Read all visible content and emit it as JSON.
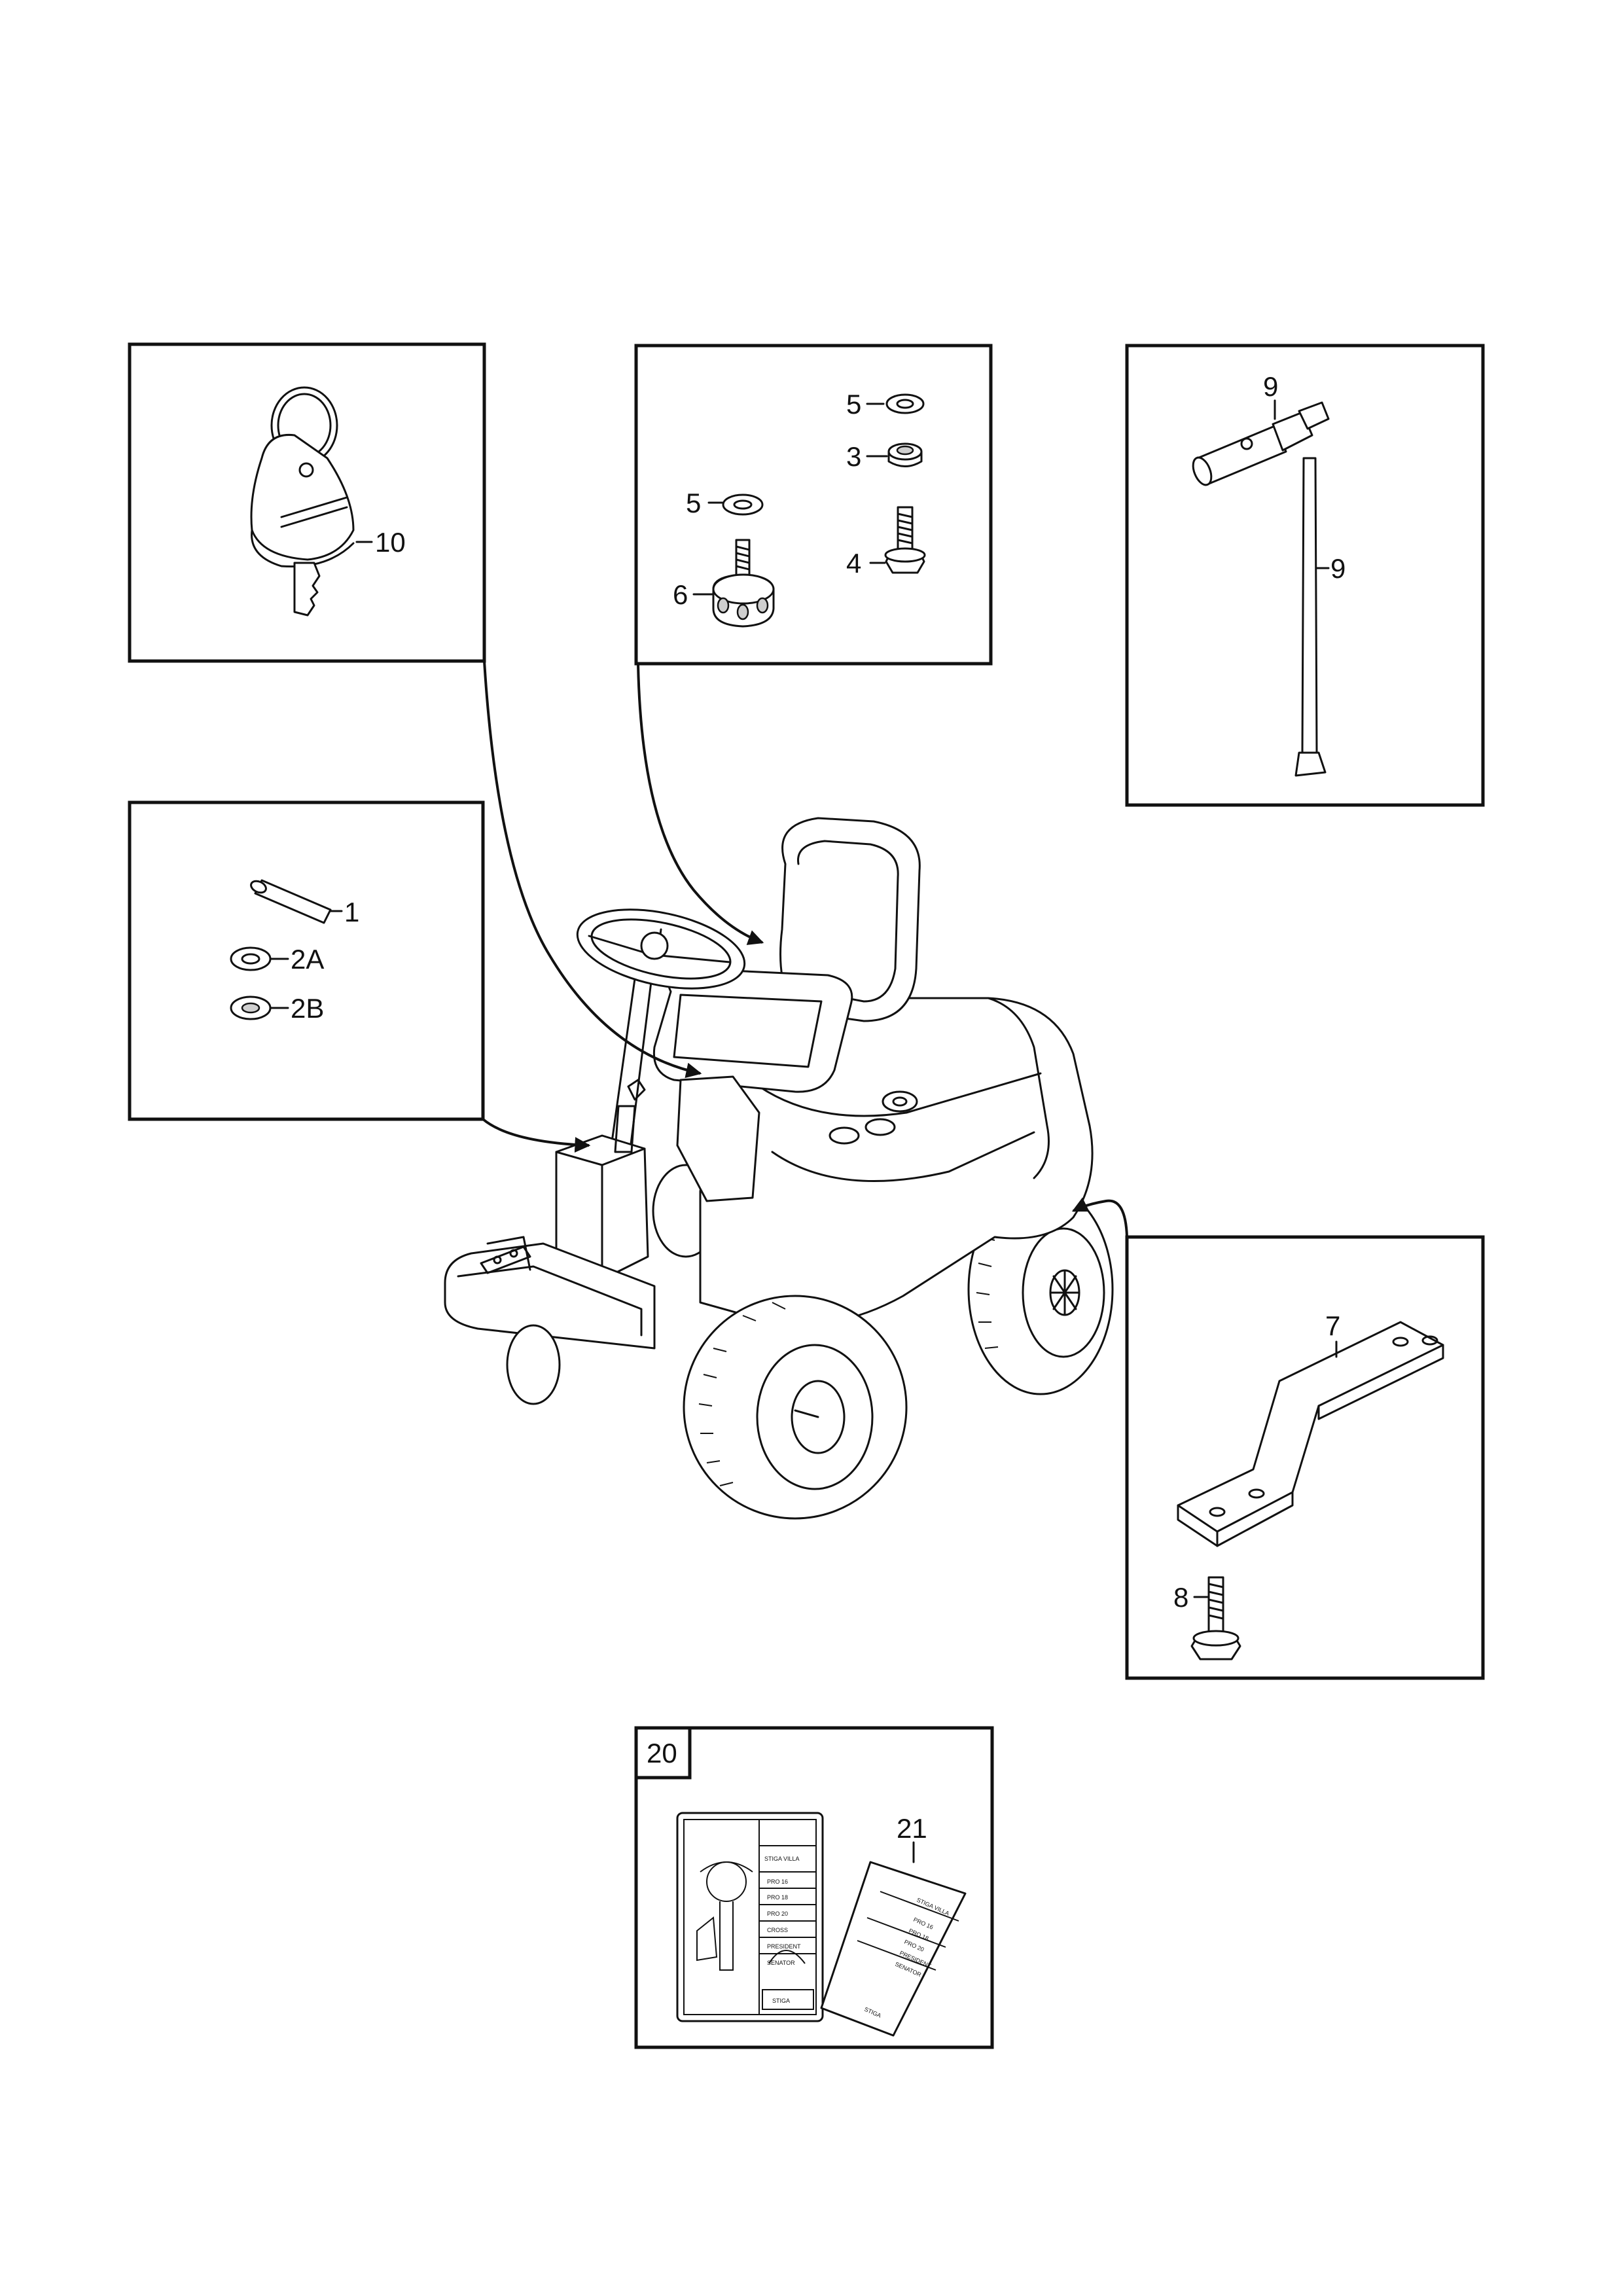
{
  "callouts": {
    "key": "10",
    "seat_screw_washer_top": "5",
    "seat_screw_spacer": "3",
    "seat_washer": "5",
    "seat_screw": "4",
    "seat_knob": "6",
    "wrench": "9",
    "wrench_rod": "9",
    "pin": "1",
    "washer_a": "2A",
    "washer_b": "2B",
    "bracket": "7",
    "bracket_screw": "8",
    "docs_group": "20",
    "docs_card": "21"
  },
  "docs": {
    "manual_brand": "STIGA VILLA",
    "manual_models": [
      "PRO 16",
      "PRO 18",
      "PRO 20",
      "CROSS",
      "PRESIDENT",
      "SENATOR"
    ],
    "card_brand": "STIGA VILLA",
    "card_models": [
      "PRO 16",
      "PRO 18",
      "PRO 20",
      "PRESIDENT",
      "SENATOR"
    ],
    "logo": "STIGA"
  }
}
